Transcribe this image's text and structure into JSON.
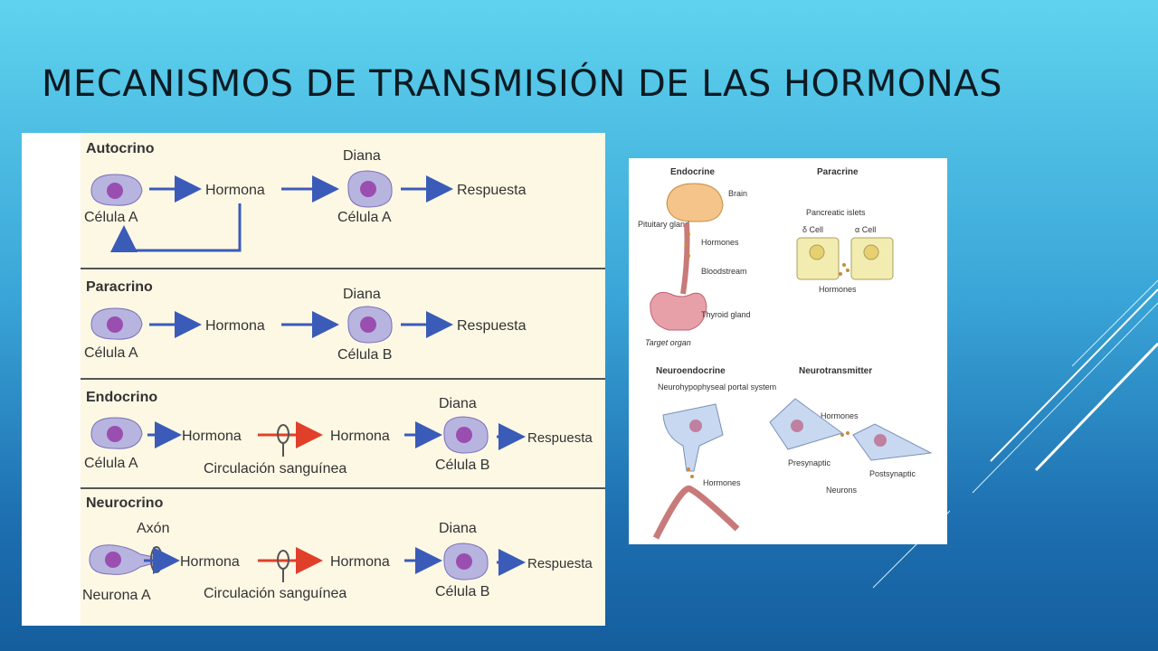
{
  "slide": {
    "title": "MECANISMOS DE TRANSMISIÓN DE LAS HORMONAS"
  },
  "left_figure": {
    "sections": [
      {
        "heading": "Autocrino",
        "cell": "Célula A",
        "hormone": "Hormona",
        "target_label": "Diana",
        "target_cell": "Célula A",
        "response": "Respuesta"
      },
      {
        "heading": "Paracrino",
        "cell": "Célula A",
        "hormone": "Hormona",
        "target_label": "Diana",
        "target_cell": "Célula B",
        "response": "Respuesta"
      },
      {
        "heading": "Endocrino",
        "cell": "Célula A",
        "hormone": "Hormona",
        "circulation": "Circulación sanguínea",
        "hormone2": "Hormona",
        "target_label": "Diana",
        "target_cell": "Célula B",
        "response": "Respuesta"
      },
      {
        "heading": "Neurocrino",
        "axon": "Axón",
        "cell": "Neurona A",
        "hormone": "Hormona",
        "circulation": "Circulación sanguínea",
        "hormone2": "Hormona",
        "target_label": "Diana",
        "target_cell": "Célula B",
        "response": "Respuesta"
      }
    ],
    "colors": {
      "arrow_blue": "#3a5bb8",
      "arrow_red": "#e0402a",
      "cell_fill": "#b8b4e0",
      "nucleus": "#9a4fb0"
    }
  },
  "right_figure": {
    "endocrine": {
      "heading": "Endocrine",
      "brain": "Brain",
      "pituitary": "Pituitary gland",
      "hormones": "Hormones",
      "bloodstream": "Bloodstream",
      "thyroid": "Thyroid gland",
      "target": "Target organ"
    },
    "paracrine": {
      "heading": "Paracrine",
      "islets": "Pancreatic islets",
      "delta": "δ Cell",
      "alpha": "α Cell",
      "hormones": "Hormones"
    },
    "neuroendocrine": {
      "heading": "Neuroendocrine",
      "portal": "Neurohypophyseal portal system",
      "hormones": "Hormones"
    },
    "neurotransmitter": {
      "heading": "Neurotransmitter",
      "hormones": "Hormones",
      "presynaptic": "Presynaptic",
      "postsynaptic": "Postsynaptic",
      "neurons": "Neurons"
    }
  }
}
